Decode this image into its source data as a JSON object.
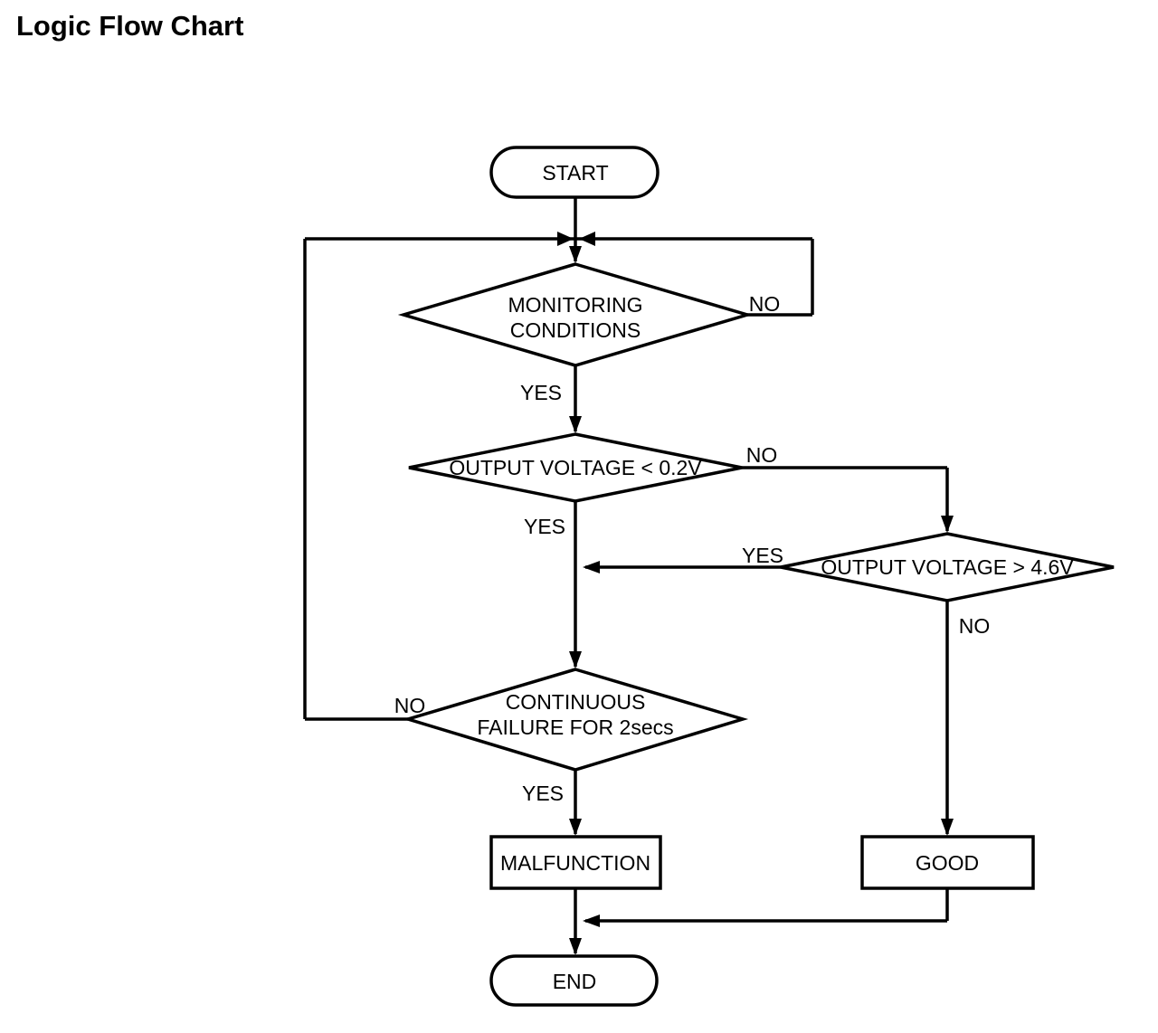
{
  "title": "Logic Flow Chart",
  "nodes": {
    "start": {
      "label": "START",
      "type": "terminal"
    },
    "monitoring_conditions": {
      "line1": "MONITORING",
      "line2": "CONDITIONS",
      "type": "decision"
    },
    "output_voltage_low": {
      "label": "OUTPUT VOLTAGE < 0.2V",
      "type": "decision"
    },
    "output_voltage_high": {
      "label": "OUTPUT VOLTAGE > 4.6V",
      "type": "decision"
    },
    "continuous_failure": {
      "line1": "CONTINUOUS",
      "line2": "FAILURE FOR 2secs",
      "type": "decision"
    },
    "malfunction": {
      "label": "MALFUNCTION",
      "type": "process"
    },
    "good": {
      "label": "GOOD",
      "type": "process"
    },
    "end": {
      "label": "END",
      "type": "terminal"
    }
  },
  "edge_labels": {
    "monitoring_no": "NO",
    "monitoring_yes": "YES",
    "voltage_low_no": "NO",
    "voltage_low_yes": "YES",
    "voltage_high_yes": "YES",
    "voltage_high_no": "NO",
    "continuous_no": "NO",
    "continuous_yes": "YES"
  },
  "colors": {
    "line": "#000000",
    "text": "#000000",
    "background": "#ffffff"
  }
}
